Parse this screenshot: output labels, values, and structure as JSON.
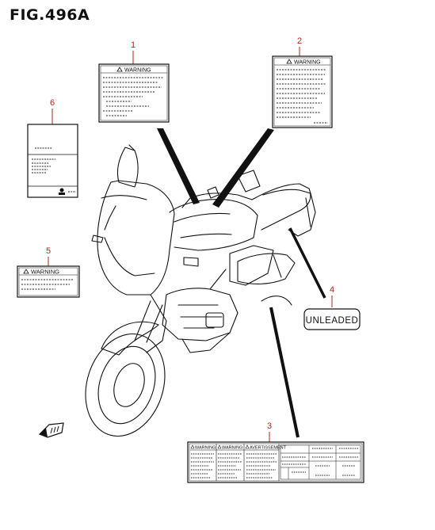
{
  "figure": {
    "title": "FIG.496A"
  },
  "callouts": [
    {
      "number": "1"
    },
    {
      "number": "2"
    },
    {
      "number": "3"
    },
    {
      "number": "4"
    },
    {
      "number": "5"
    },
    {
      "number": "6"
    }
  ],
  "labels": {
    "warning": "WARNING",
    "unleaded": "UNLEADED",
    "avertissement": "AVERTISSEMENT"
  },
  "colors": {
    "callout_red": "#a8281e",
    "line": "#111111"
  },
  "icons": {
    "front_arrow": "front-direction-arrow-icon",
    "warning_triangle": "warning-triangle-icon"
  }
}
